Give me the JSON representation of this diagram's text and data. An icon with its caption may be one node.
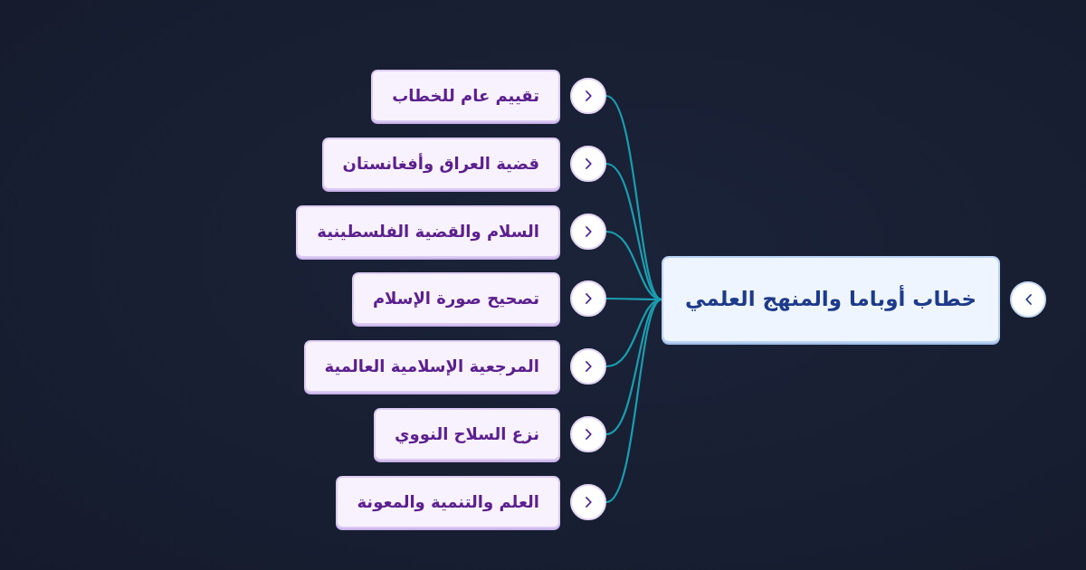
{
  "diagram": {
    "nodes": [
      {
        "text": [
          "خطاب أوباما والمنهج العلمي"
        ]
      },
      {
        "text": [
          "تقييم عام للخطاب"
        ]
      },
      {
        "text": [
          "قضية العراق وأفغانستان"
        ]
      },
      {
        "text": [
          "السلام والقضية الفلسطينية"
        ]
      },
      {
        "text": [
          "تصحيح صورة الإسلام"
        ]
      },
      {
        "text": [
          "المرجعية الإسلامية العالمية"
        ]
      },
      {
        "text": [
          "نزع السلاح النووي"
        ]
      },
      {
        "text": [
          "العلم والتنمية والمعونة"
        ]
      }
    ],
    "edges": [
      {
        "from": 0,
        "to": 1,
        "arrow": "none"
      },
      {
        "from": 0,
        "to": 2,
        "arrow": "none"
      },
      {
        "from": 0,
        "to": 3,
        "arrow": "none"
      },
      {
        "from": 0,
        "to": 4,
        "arrow": "none"
      },
      {
        "from": 0,
        "to": 5,
        "arrow": "none"
      },
      {
        "from": 0,
        "to": 6,
        "arrow": "none"
      },
      {
        "from": 0,
        "to": 7,
        "arrow": "none"
      }
    ]
  }
}
